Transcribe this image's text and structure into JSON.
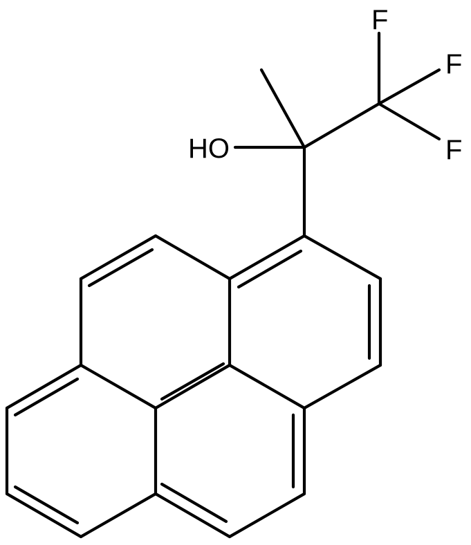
{
  "molecule": {
    "labels": {
      "hydroxyl": "HO",
      "fluorine_1": "F",
      "fluorine_2": "F",
      "fluorine_3": "F"
    },
    "colors": {
      "bond": "#000000",
      "text": "#000000",
      "background": "#ffffff"
    }
  }
}
